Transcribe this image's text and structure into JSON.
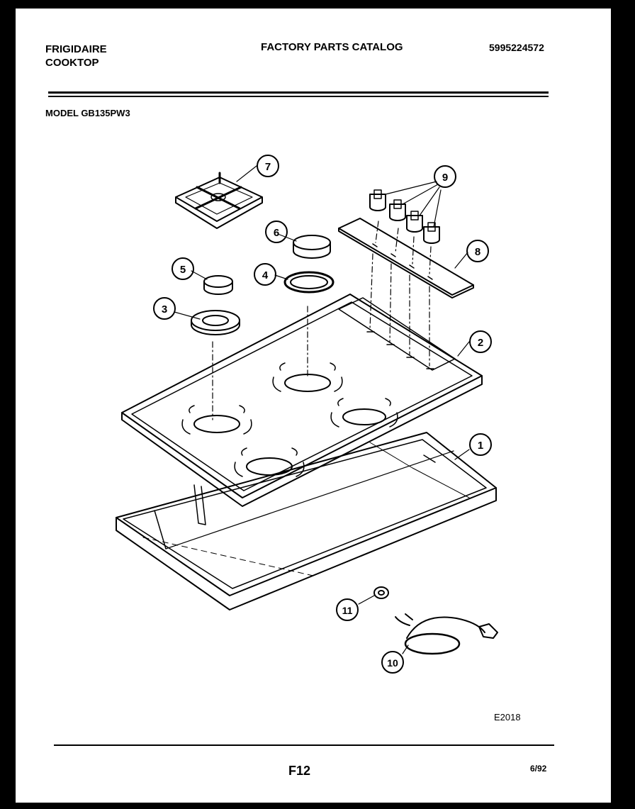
{
  "header": {
    "brand_line1": "FRIGIDAIRE",
    "brand_line2": "COOKTOP",
    "catalog_title": "FACTORY PARTS CATALOG",
    "part_number": "5995224572"
  },
  "model_label": "MODEL GB135PW3",
  "callouts": [
    "1",
    "2",
    "3",
    "4",
    "5",
    "6",
    "7",
    "8",
    "9",
    "10",
    "11"
  ],
  "drawing_code": "E2018",
  "footer": {
    "page": "F12",
    "date": "6/92"
  }
}
